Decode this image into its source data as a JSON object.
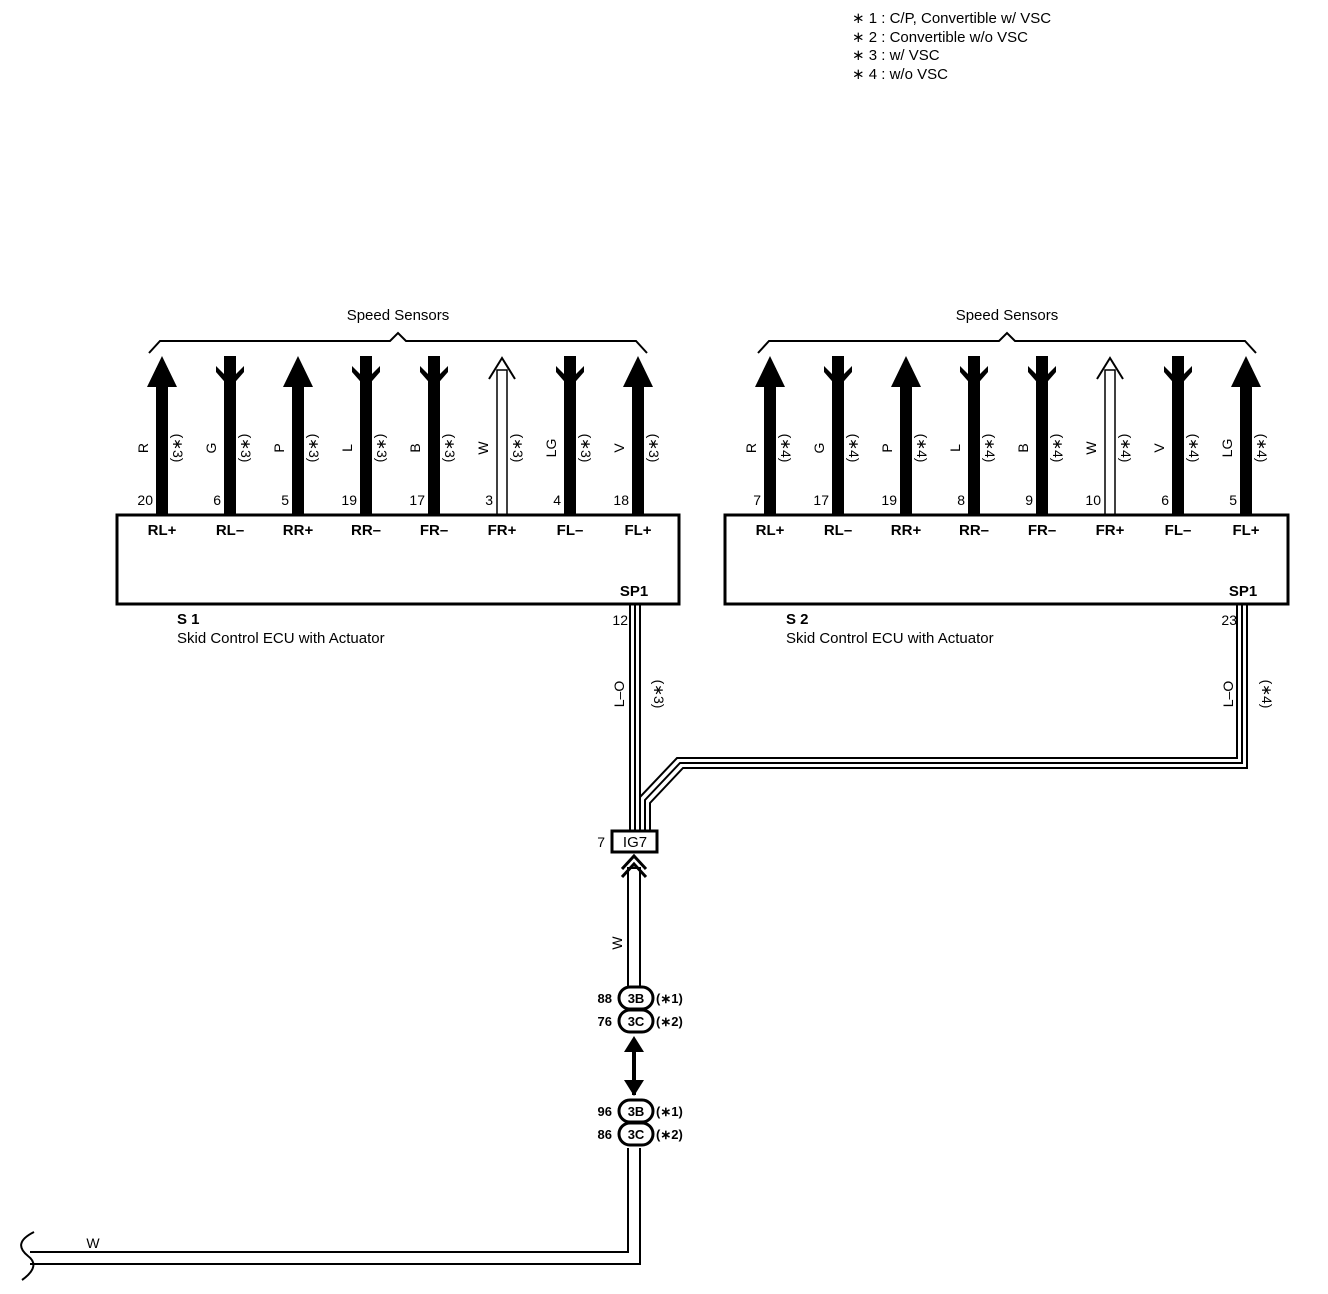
{
  "legend": [
    "∗ 1 : C/P,  Convertible w/ VSC",
    "∗ 2 : Convertible w/o VSC",
    "∗ 3 : w/ VSC",
    "∗ 4 : w/o VSC"
  ],
  "units": [
    {
      "sensors_label": "Speed Sensors",
      "id": "S 1",
      "name": "Skid Control ECU with Actuator",
      "note": "(∗3)",
      "sensors": [
        {
          "color": "R",
          "pin": "20",
          "terminal": "RL+",
          "direction": "up",
          "white": false
        },
        {
          "color": "G",
          "pin": "6",
          "terminal": "RL–",
          "direction": "down",
          "white": false
        },
        {
          "color": "P",
          "pin": "5",
          "terminal": "RR+",
          "direction": "up",
          "white": false
        },
        {
          "color": "L",
          "pin": "19",
          "terminal": "RR–",
          "direction": "down",
          "white": false
        },
        {
          "color": "B",
          "pin": "17",
          "terminal": "FR–",
          "direction": "down",
          "white": false
        },
        {
          "color": "W",
          "pin": "3",
          "terminal": "FR+",
          "direction": "up",
          "white": true
        },
        {
          "color": "LG",
          "pin": "4",
          "terminal": "FL–",
          "direction": "down",
          "white": false
        },
        {
          "color": "V",
          "pin": "18",
          "terminal": "FL+",
          "direction": "up",
          "white": false
        }
      ],
      "sp1_label": "SP1",
      "sp1_pin": "12",
      "sp1_wire_color": "L–O",
      "sp1_note": "(∗3)"
    },
    {
      "sensors_label": "Speed Sensors",
      "id": "S 2",
      "name": "Skid Control ECU with Actuator",
      "note": "(∗4)",
      "sensors": [
        {
          "color": "R",
          "pin": "7",
          "terminal": "RL+",
          "direction": "up",
          "white": false
        },
        {
          "color": "G",
          "pin": "17",
          "terminal": "RL–",
          "direction": "down",
          "white": false
        },
        {
          "color": "P",
          "pin": "19",
          "terminal": "RR+",
          "direction": "up",
          "white": false
        },
        {
          "color": "L",
          "pin": "8",
          "terminal": "RR–",
          "direction": "down",
          "white": false
        },
        {
          "color": "B",
          "pin": "9",
          "terminal": "FR–",
          "direction": "down",
          "white": false
        },
        {
          "color": "W",
          "pin": "10",
          "terminal": "FR+",
          "direction": "up",
          "white": true
        },
        {
          "color": "V",
          "pin": "6",
          "terminal": "FL–",
          "direction": "down",
          "white": false
        },
        {
          "color": "LG",
          "pin": "5",
          "terminal": "FL+",
          "direction": "up",
          "white": false
        }
      ],
      "sp1_label": "SP1",
      "sp1_pin": "23",
      "sp1_wire_color": "L–O",
      "sp1_note": "(∗4)"
    }
  ],
  "ig7": {
    "label": "IG7",
    "pin": "7",
    "wire_color": "W"
  },
  "junction_top": [
    {
      "pin": "88",
      "connector": "3B",
      "note": "(∗1)"
    },
    {
      "pin": "76",
      "connector": "3C",
      "note": "(∗2)"
    }
  ],
  "junction_bottom": [
    {
      "pin": "96",
      "connector": "3B",
      "note": "(∗1)"
    },
    {
      "pin": "86",
      "connector": "3C",
      "note": "(∗2)"
    }
  ],
  "bottom_wire_color": "W"
}
